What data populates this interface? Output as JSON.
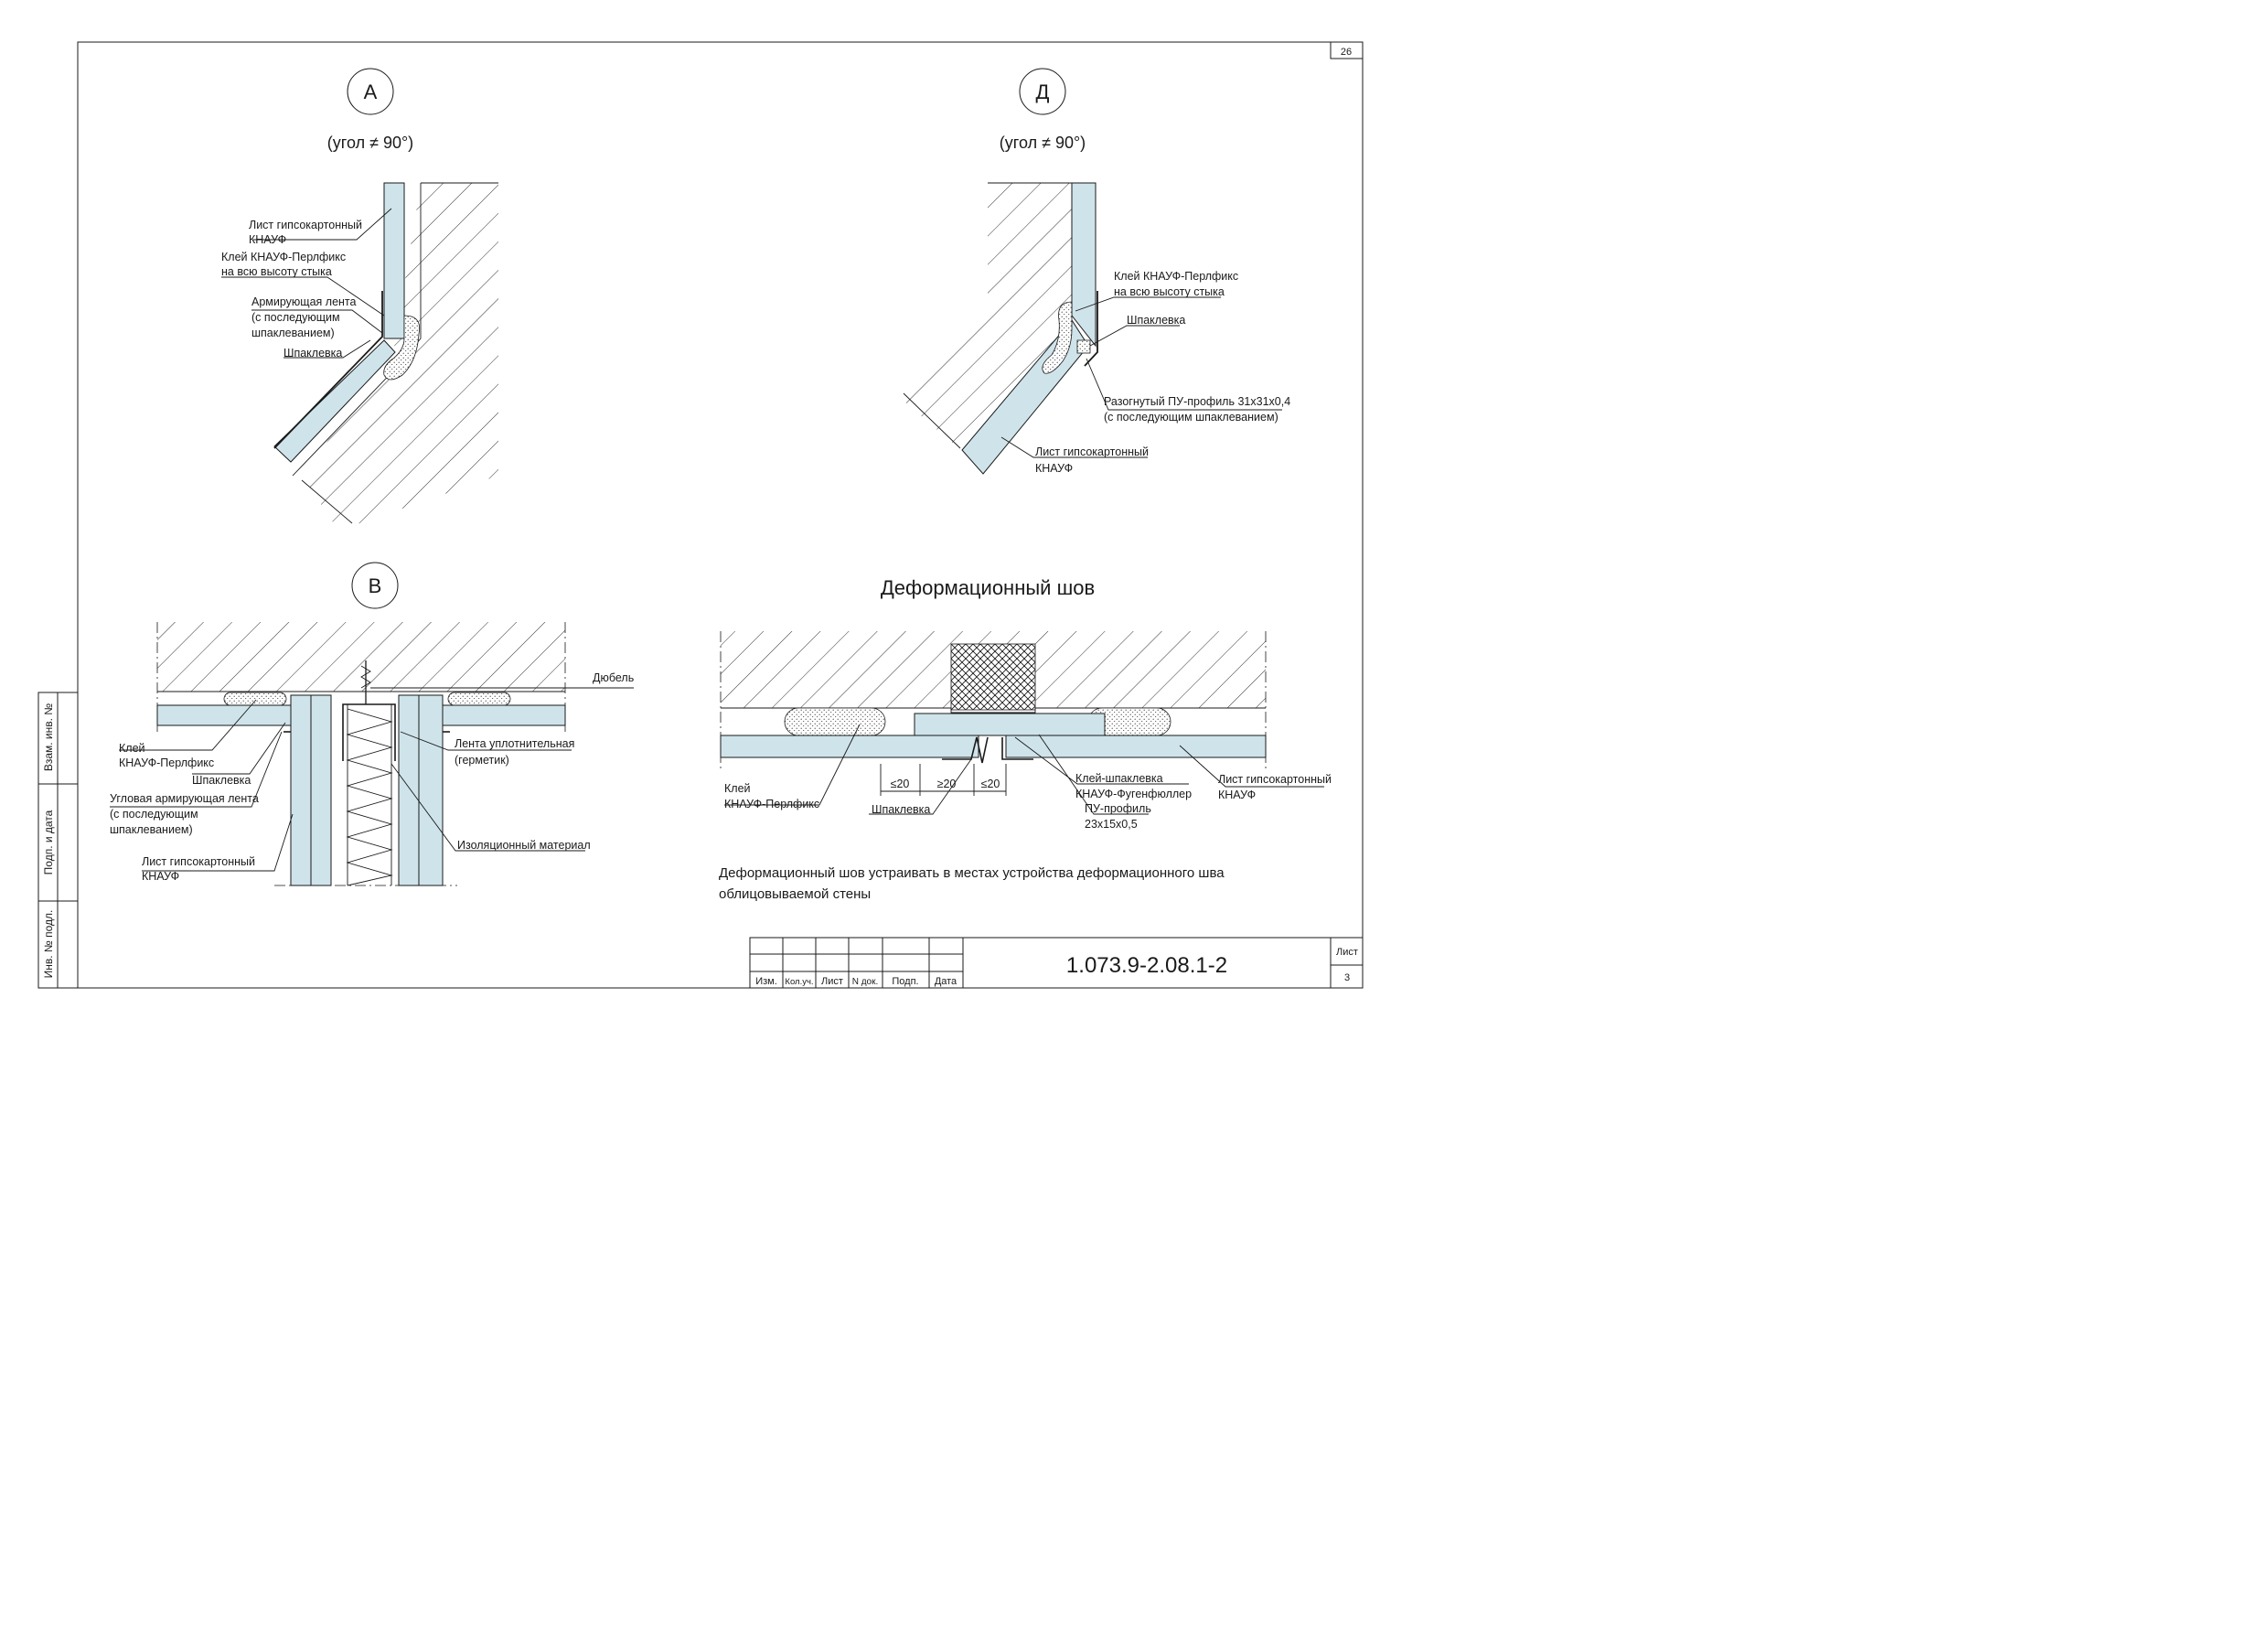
{
  "sheet_number": "26",
  "details": {
    "a": {
      "marker": "А",
      "caption": "(угол ≠ 90°)",
      "labels": {
        "gkl": [
          "Лист гипсокартонный",
          "КНАУФ"
        ],
        "glue": [
          "Клей КНАУФ-Перлфикс",
          "на всю высоту стыка"
        ],
        "tape": [
          "Армирующая лента",
          "(с последующим",
          "шпаклеванием)"
        ],
        "putty": "Шпаклевка"
      }
    },
    "d": {
      "marker": "Д",
      "caption": "(угол ≠ 90°)",
      "labels": {
        "glue": [
          "Клей КНАУФ-Перлфикс",
          "на всю высоту стыка"
        ],
        "putty": "Шпаклевка",
        "profile": [
          "Разогнутый ПУ-профиль 31х31х0,4",
          "(с последующим шпаклеванием)"
        ],
        "gkl": [
          "Лист гипсокартонный",
          "КНАУФ"
        ]
      }
    },
    "v": {
      "marker": "В",
      "labels": {
        "dowel": "Дюбель",
        "glue": [
          "Клей",
          "КНАУФ-Перлфикс"
        ],
        "putty": "Шпаклевка",
        "corner_tape": [
          "Угловая армирующая лента",
          "(с последующим",
          "шпаклеванием)"
        ],
        "gkl": [
          "Лист гипсокартонный",
          "КНАУФ"
        ],
        "seal_tape": [
          "Лента уплотнительная",
          "(герметик)"
        ],
        "insulation": "Изоляционный материал"
      }
    },
    "joint": {
      "title": "Деформационный шов",
      "labels": {
        "glue": [
          "Клей",
          "КНАУФ-Перлфикс"
        ],
        "dim_left": "≤20",
        "dim_mid": "≥20",
        "dim_right": "≤20",
        "putty": "Шпаклевка",
        "fugen": [
          "Клей-шпаклевка",
          "КНАУФ-Фугенфюллер"
        ],
        "pu_profile": [
          "ПУ-профиль",
          "23х15х0,5"
        ],
        "gkl": [
          "Лист гипсокартонный",
          "КНАУФ"
        ]
      },
      "note": [
        "Деформационный шов устраивать в местах устройства деформационного шва",
        "облицовываемой стены"
      ]
    }
  },
  "side_stamp": [
    "Взам. инв. №",
    "Подп. и дата",
    "Инв. № подл."
  ],
  "title_block": {
    "columns": [
      "Изм.",
      "Кол.уч.",
      "Лист",
      "N док.",
      "Подп.",
      "Дата"
    ],
    "document_code": "1.073.9-2.08.1-2",
    "sheet_label": "Лист",
    "sheet_value": "3"
  },
  "colors": {
    "board": "#cfe4ea",
    "line": "#1a1a1a",
    "paper": "#ffffff"
  }
}
